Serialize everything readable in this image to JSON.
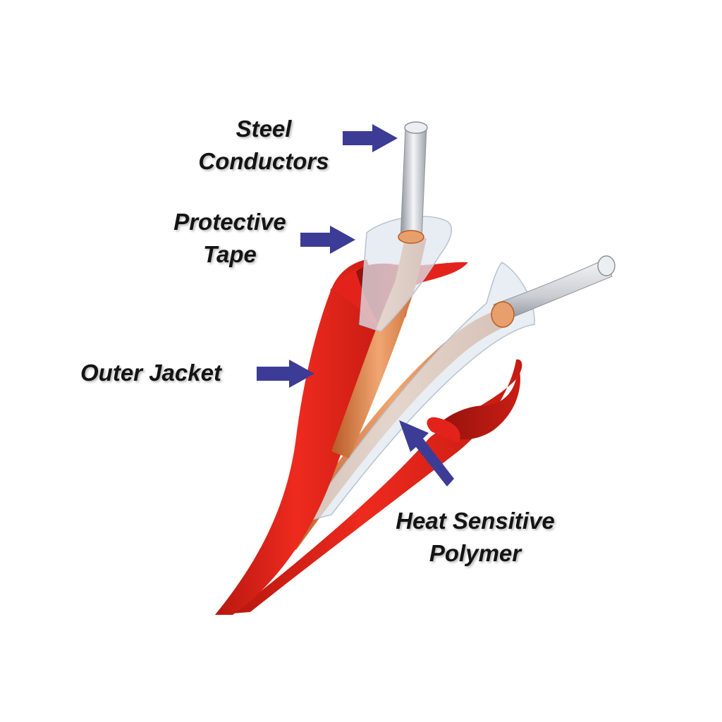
{
  "labels": {
    "steel_conductors": {
      "line1": "Steel",
      "line2": "Conductors"
    },
    "protective_tape": {
      "line1": "Protective",
      "line2": "Tape"
    },
    "outer_jacket": {
      "line1": "Outer Jacket"
    },
    "heat_sensitive_polymer": {
      "line1": "Heat Sensitive",
      "line2": "Polymer"
    }
  },
  "colors": {
    "jacket": "#e3231b",
    "jacket_dark": "#a8150f",
    "polymer": "#d9773d",
    "steel": "#c9ccd1",
    "tape": "#dfe7ef",
    "arrow": "#3c3c96",
    "text": "#141414"
  },
  "icons": {
    "arrow": "arrow-right-icon"
  }
}
